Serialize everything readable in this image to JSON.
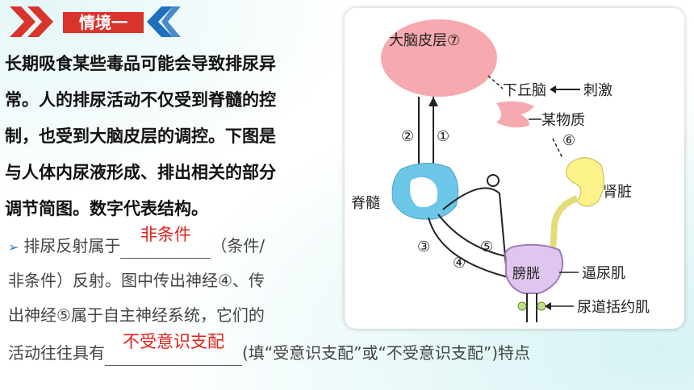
{
  "header": {
    "title": "情境一"
  },
  "intro_text": "长期吸食某些毒品可能会导致排尿异常。人的排尿活动不仅受到脊髓的控制，也受到大脑皮层的调控。下图是与人体内尿液形成、排出相关的部分调节简图。数字代表结构。",
  "intro_lines": [
    "长期吸食某些毒品可能会导致排尿异",
    "常。人的排尿活动不仅受到脊髓的控",
    "制，也受到大脑皮层的调控。下图是",
    "与人体内尿液形成、排出相关的部分",
    "调节简图。数字代表结构。"
  ],
  "question": {
    "line1_prefix": "排尿反射属于",
    "blank1_answer": "非条件",
    "line1_suffix": "（条件/",
    "line2": "非条件）反射。图中传出神经④、传",
    "line3": "出神经⑤属于自主神经系统，它们的",
    "line4_prefix": "活动往往具有",
    "blank2_answer": "不受意识支配",
    "line4_suffix": "(填“受意识支配”或“不受意识支配”)特点"
  },
  "figure": {
    "brain_label": "大脑皮层⑦",
    "hypothalamus_label": "下丘脑",
    "stimulus_label": "刺激",
    "substance_label": "某物质",
    "spinal_label": "脊髓",
    "kidney_label": "肾脏",
    "bladder_label": "膀胱",
    "detrusor_label": "逼尿肌",
    "sphincter_label": "尿道括约肌",
    "num1": "①",
    "num2": "②",
    "num3": "③",
    "num4": "④",
    "num5": "⑤",
    "num6": "⑥"
  },
  "colors": {
    "banner_red": "#d9342b",
    "chevron_blue": "#1f6fc1",
    "answer_red": "#e0221b",
    "bullet_blue": "#2f7fc0"
  }
}
